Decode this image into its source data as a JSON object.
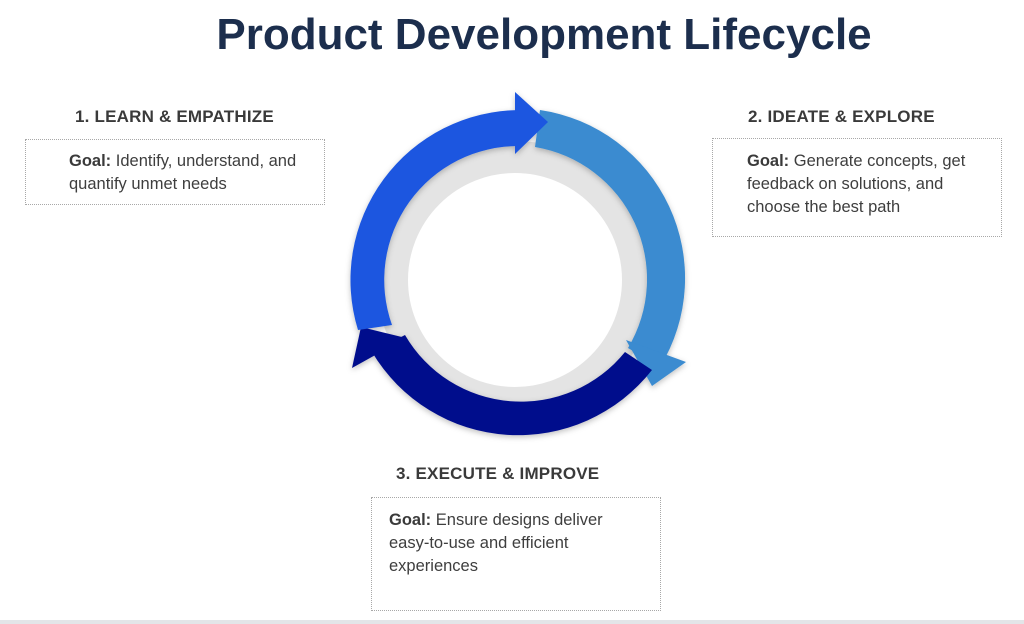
{
  "title": "Product Development Lifecycle",
  "stages": [
    {
      "heading": "1. LEARN & EMPATHIZE",
      "goal_label": "Goal:",
      "goal_text": " Identify, understand, and quantify unmet needs",
      "color": "#1a56e0"
    },
    {
      "heading": "2. IDEATE & EXPLORE",
      "goal_label": "Goal:",
      "goal_text": " Generate concepts, get feedback on solutions, and choose the best path",
      "color": "#3a8bd0"
    },
    {
      "heading": "3. EXECUTE & IMPROVE",
      "goal_label": "Goal:",
      "goal_text": " Ensure designs deliver easy-to-use and efficient experiences",
      "color": "#040e8c"
    }
  ],
  "colors": {
    "title": "#1c2e4d",
    "inner_ring": "#e4e4e4"
  }
}
